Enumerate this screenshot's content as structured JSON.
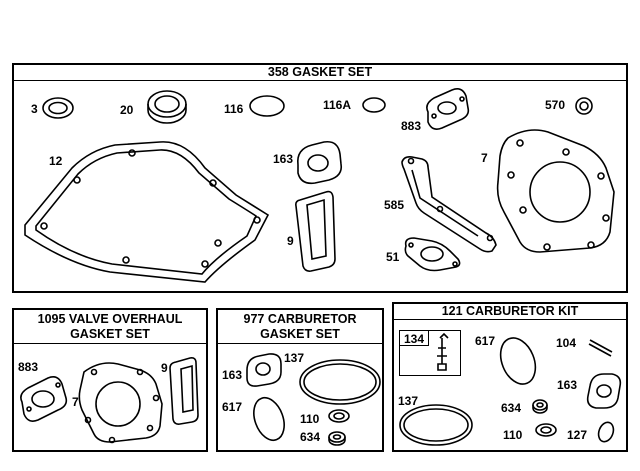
{
  "gasket_set": {
    "title": "358 GASKET SET",
    "callouts": {
      "p3": "3",
      "p20": "20",
      "p116": "116",
      "p116a": "116A",
      "p883": "883",
      "p570": "570",
      "p12": "12",
      "p163": "163",
      "p7": "7",
      "p585": "585",
      "p9": "9",
      "p51": "51"
    }
  },
  "valve_overhaul": {
    "title_line1": "1095 VALVE OVERHAUL",
    "title_line2": "GASKET SET",
    "callouts": {
      "p883": "883",
      "p7": "7",
      "p9": "9"
    }
  },
  "carb_gasket": {
    "title_line1": "977 CARBURETOR",
    "title_line2": "GASKET SET",
    "callouts": {
      "p163": "163",
      "p137": "137",
      "p617": "617",
      "p110": "110",
      "p634": "634"
    }
  },
  "carb_kit": {
    "title": "121 CARBURETOR KIT",
    "callouts": {
      "p134": "134",
      "p617": "617",
      "p104": "104",
      "p163": "163",
      "p137": "137",
      "p634": "634",
      "p110": "110",
      "p127": "127"
    }
  }
}
